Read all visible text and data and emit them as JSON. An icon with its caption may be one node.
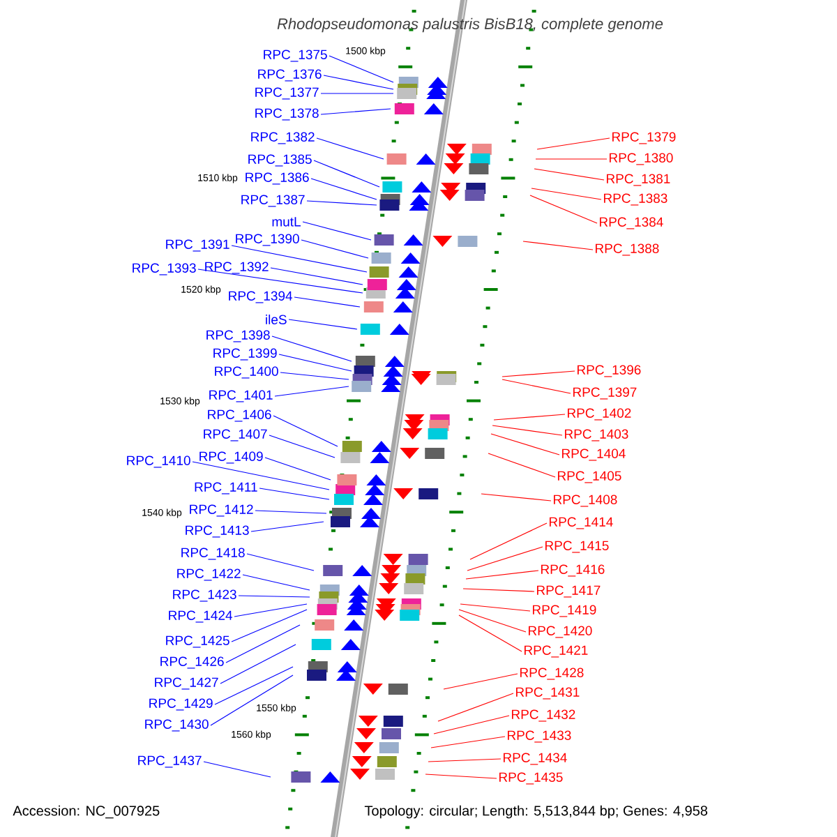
{
  "diagram": {
    "title": "Rhodopseudomonas palustris BisB18, complete genome",
    "nodes": [
      {
        "text": [
          "RPC_1375"
        ]
      },
      {
        "text": [
          "RPC_1376"
        ]
      },
      {
        "text": [
          "RPC_1377"
        ]
      },
      {
        "text": [
          "RPC_1378"
        ]
      },
      {
        "text": [
          "RPC_1382"
        ]
      },
      {
        "text": [
          "RPC_1385"
        ]
      },
      {
        "text": [
          "RPC_1386"
        ]
      },
      {
        "text": [
          "RPC_1387"
        ]
      },
      {
        "text": [
          "mutL"
        ]
      },
      {
        "text": [
          "RPC_1390"
        ]
      },
      {
        "text": [
          "RPC_1391"
        ]
      },
      {
        "text": [
          "RPC_1393"
        ]
      },
      {
        "text": [
          "RPC_1392"
        ]
      },
      {
        "text": [
          "RPC_1394"
        ]
      },
      {
        "text": [
          "ileS"
        ]
      },
      {
        "text": [
          "RPC_1398"
        ]
      },
      {
        "text": [
          "RPC_1399"
        ]
      },
      {
        "text": [
          "RPC_1400"
        ]
      },
      {
        "text": [
          "RPC_1401"
        ]
      },
      {
        "text": [
          "RPC_1406"
        ]
      },
      {
        "text": [
          "RPC_1407"
        ]
      },
      {
        "text": [
          "RPC_1410"
        ]
      },
      {
        "text": [
          "RPC_1409"
        ]
      },
      {
        "text": [
          "RPC_1411"
        ]
      },
      {
        "text": [
          "RPC_1412"
        ]
      },
      {
        "text": [
          "RPC_1413"
        ]
      },
      {
        "text": [
          "RPC_1418"
        ]
      },
      {
        "text": [
          "RPC_1422"
        ]
      },
      {
        "text": [
          "RPC_1423"
        ]
      },
      {
        "text": [
          "RPC_1424"
        ]
      },
      {
        "text": [
          "RPC_1425"
        ]
      },
      {
        "text": [
          "RPC_1426"
        ]
      },
      {
        "text": [
          "RPC_1427"
        ]
      },
      {
        "text": [
          "RPC_1429"
        ]
      },
      {
        "text": [
          "RPC_1430"
        ]
      },
      {
        "text": [
          "RPC_1437"
        ]
      },
      {
        "text": [
          "RPC_1379"
        ]
      },
      {
        "text": [
          "RPC_1380"
        ]
      },
      {
        "text": [
          "RPC_1381"
        ]
      },
      {
        "text": [
          "RPC_1383"
        ]
      },
      {
        "text": [
          "RPC_1384"
        ]
      },
      {
        "text": [
          "RPC_1388"
        ]
      },
      {
        "text": [
          "RPC_1396"
        ]
      },
      {
        "text": [
          "RPC_1397"
        ]
      },
      {
        "text": [
          "RPC_1402"
        ]
      },
      {
        "text": [
          "RPC_1403"
        ]
      },
      {
        "text": [
          "RPC_1404"
        ]
      },
      {
        "text": [
          "RPC_1405"
        ]
      },
      {
        "text": [
          "RPC_1408"
        ]
      },
      {
        "text": [
          "RPC_1414"
        ]
      },
      {
        "text": [
          "RPC_1415"
        ]
      },
      {
        "text": [
          "RPC_1416"
        ]
      },
      {
        "text": [
          "RPC_1417"
        ]
      },
      {
        "text": [
          "RPC_1419"
        ]
      },
      {
        "text": [
          "RPC_1420"
        ]
      },
      {
        "text": [
          "RPC_1421"
        ]
      },
      {
        "text": [
          "RPC_1428"
        ]
      },
      {
        "text": [
          "RPC_1431"
        ]
      },
      {
        "text": [
          "RPC_1432"
        ]
      },
      {
        "text": [
          "RPC_1433"
        ]
      },
      {
        "text": [
          "RPC_1434"
        ]
      },
      {
        "text": [
          "RPC_1435"
        ]
      }
    ],
    "edges": [
      {
        "from": 0,
        "to": null,
        "arrow": "none"
      },
      {
        "from": 1,
        "to": null,
        "arrow": "none"
      },
      {
        "from": 2,
        "to": null,
        "arrow": "none"
      },
      {
        "from": 3,
        "to": null,
        "arrow": "none"
      },
      {
        "from": 4,
        "to": null,
        "arrow": "none"
      },
      {
        "from": 5,
        "to": null,
        "arrow": "none"
      },
      {
        "from": 6,
        "to": null,
        "arrow": "none"
      },
      {
        "from": 7,
        "to": null,
        "arrow": "none"
      },
      {
        "from": 8,
        "to": null,
        "arrow": "none"
      },
      {
        "from": 9,
        "to": null,
        "arrow": "none"
      },
      {
        "from": 10,
        "to": null,
        "arrow": "none"
      },
      {
        "from": 11,
        "to": null,
        "arrow": "none"
      },
      {
        "from": 12,
        "to": null,
        "arrow": "none"
      },
      {
        "from": 13,
        "to": null,
        "arrow": "none"
      },
      {
        "from": 14,
        "to": null,
        "arrow": "none"
      },
      {
        "from": 15,
        "to": null,
        "arrow": "none"
      },
      {
        "from": 16,
        "to": null,
        "arrow": "none"
      },
      {
        "from": 17,
        "to": null,
        "arrow": "none"
      },
      {
        "from": 18,
        "to": null,
        "arrow": "none"
      },
      {
        "from": 19,
        "to": null,
        "arrow": "none"
      },
      {
        "from": 20,
        "to": null,
        "arrow": "none"
      },
      {
        "from": 21,
        "to": null,
        "arrow": "none"
      },
      {
        "from": 22,
        "to": null,
        "arrow": "none"
      },
      {
        "from": 23,
        "to": null,
        "arrow": "none"
      },
      {
        "from": 24,
        "to": null,
        "arrow": "none"
      },
      {
        "from": 25,
        "to": null,
        "arrow": "none"
      },
      {
        "from": 26,
        "to": null,
        "arrow": "none"
      },
      {
        "from": 27,
        "to": null,
        "arrow": "none"
      },
      {
        "from": 28,
        "to": null,
        "arrow": "none"
      },
      {
        "from": 29,
        "to": null,
        "arrow": "none"
      },
      {
        "from": 30,
        "to": null,
        "arrow": "none"
      },
      {
        "from": 31,
        "to": null,
        "arrow": "none"
      },
      {
        "from": 32,
        "to": null,
        "arrow": "none"
      },
      {
        "from": 33,
        "to": null,
        "arrow": "none"
      },
      {
        "from": 34,
        "to": null,
        "arrow": "none"
      },
      {
        "from": 35,
        "to": null,
        "arrow": "none"
      },
      {
        "from": 36,
        "to": null,
        "arrow": "none",
        "color": "#ff0000"
      },
      {
        "from": 37,
        "to": null,
        "arrow": "none",
        "color": "#ff0000"
      },
      {
        "from": 38,
        "to": null,
        "arrow": "none",
        "color": "#ff0000"
      },
      {
        "from": 39,
        "to": null,
        "arrow": "none",
        "color": "#ff0000"
      },
      {
        "from": 40,
        "to": null,
        "arrow": "none",
        "color": "#ff0000"
      },
      {
        "from": 41,
        "to": null,
        "arrow": "none",
        "color": "#ff0000"
      },
      {
        "from": 42,
        "to": null,
        "arrow": "none",
        "color": "#ff0000"
      },
      {
        "from": 43,
        "to": null,
        "arrow": "none",
        "color": "#ff0000"
      },
      {
        "from": 44,
        "to": null,
        "arrow": "none",
        "color": "#ff0000"
      },
      {
        "from": 45,
        "to": null,
        "arrow": "none",
        "color": "#ff0000"
      },
      {
        "from": 46,
        "to": null,
        "arrow": "none",
        "color": "#ff0000"
      },
      {
        "from": 47,
        "to": null,
        "arrow": "none",
        "color": "#ff0000"
      },
      {
        "from": 48,
        "to": null,
        "arrow": "none",
        "color": "#ff0000"
      },
      {
        "from": 49,
        "to": null,
        "arrow": "none",
        "color": "#ff0000"
      },
      {
        "from": 50,
        "to": null,
        "arrow": "none",
        "color": "#ff0000"
      },
      {
        "from": 51,
        "to": null,
        "arrow": "none",
        "color": "#ff0000"
      },
      {
        "from": 52,
        "to": null,
        "arrow": "none",
        "color": "#ff0000"
      },
      {
        "from": 53,
        "to": null,
        "arrow": "none",
        "color": "#ff0000"
      },
      {
        "from": 54,
        "to": null,
        "arrow": "none",
        "color": "#ff0000"
      },
      {
        "from": 55,
        "to": null,
        "arrow": "none",
        "color": "#ff0000"
      },
      {
        "from": 56,
        "to": null,
        "arrow": "none",
        "color": "#ff0000"
      },
      {
        "from": 57,
        "to": null,
        "arrow": "none",
        "color": "#ff0000"
      },
      {
        "from": 58,
        "to": null,
        "arrow": "none",
        "color": "#ff0000"
      },
      {
        "from": 59,
        "to": null,
        "arrow": "none",
        "color": "#ff0000"
      },
      {
        "from": 60,
        "to": null,
        "arrow": "none",
        "color": "#ff0000"
      },
      {
        "from": 61,
        "to": null,
        "arrow": "none",
        "color": "#ff0000"
      }
    ],
    "labels": [
      "1500 kbp",
      "1510 kbp",
      "1520 kbp",
      "1530 kbp",
      "1540 kbp",
      "1550 kbp",
      "1560 kbp",
      "Accession: NC_007925",
      "Topology: circular; Length: 5,513,844 bp; Genes: 4,958"
    ]
  }
}
